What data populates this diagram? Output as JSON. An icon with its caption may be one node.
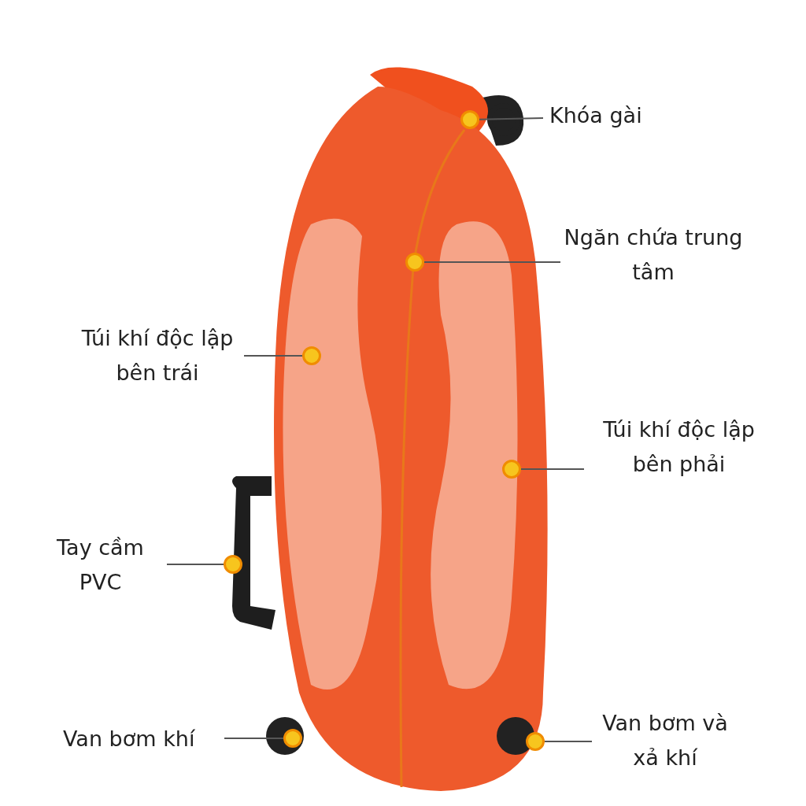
{
  "diagram": {
    "nodes": [
      {
        "text": [
          "Khóa gài"
        ]
      },
      {
        "text": [
          "Ngăn chứa trung tâm"
        ]
      },
      {
        "text": [
          "Túi khí độc lập bên trái"
        ]
      },
      {
        "text": [
          "Túi khí độc lập bên phải"
        ]
      },
      {
        "text": [
          "Tay cầm PVC"
        ]
      },
      {
        "text": [
          "Van bơm khí"
        ]
      },
      {
        "text": [
          "Van bơm và xả khí"
        ]
      },
      {
        "text": [],
        "shape": "circle"
      },
      {
        "text": [],
        "shape": "circle"
      },
      {
        "text": [],
        "shape": "circle"
      },
      {
        "text": [],
        "shape": "circle"
      },
      {
        "text": [],
        "shape": "circle"
      },
      {
        "text": [],
        "shape": "circle"
      },
      {
        "text": [],
        "shape": "circle"
      }
    ],
    "edges": [
      {
        "from": 0,
        "to": 7,
        "arrow": "none"
      },
      {
        "from": 1,
        "to": 8,
        "arrow": "none"
      },
      {
        "from": 2,
        "to": 9,
        "arrow": "none"
      },
      {
        "from": 3,
        "to": 10,
        "arrow": "none"
      },
      {
        "from": 4,
        "to": 11,
        "arrow": "none"
      },
      {
        "from": 5,
        "to": 12,
        "arrow": "none"
      },
      {
        "from": 6,
        "to": 13,
        "arrow": "none"
      }
    ]
  }
}
